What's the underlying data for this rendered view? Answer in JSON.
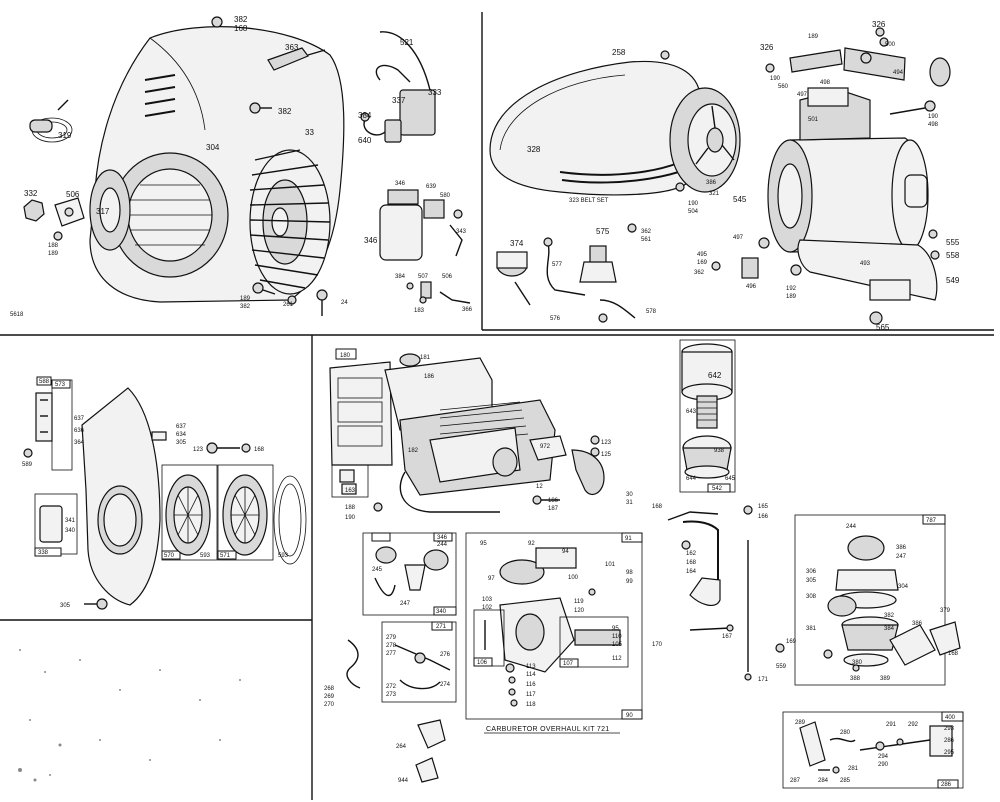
{
  "frame_code": "5618",
  "labels": {
    "p382a": "382",
    "p168a": "168",
    "p363": "363",
    "p521": "521",
    "p319": "319",
    "p304": "304",
    "p382b": "382",
    "p33": "33",
    "p337": "337",
    "p333": "333",
    "p384a": "384",
    "p640": "640",
    "p332": "332",
    "p506": "506",
    "p317": "317",
    "p188": "188",
    "p189a": "189",
    "p189b": "189",
    "p382c": "382",
    "p261": "261",
    "p24": "24",
    "p346a": "346",
    "p639": "639",
    "p580": "580",
    "p343": "343",
    "p346b": "346",
    "p384b": "384",
    "p507": "507",
    "p506b": "506",
    "p183": "183",
    "p366": "366",
    "p258": "258",
    "p328": "328",
    "p321": "321",
    "p386": "386",
    "p545": "545",
    "p323": "323 BELT SET",
    "p190": "190",
    "p504": "504",
    "p326a": "326",
    "p326b": "326",
    "p189c": "189",
    "p500": "500",
    "p190b": "190",
    "p560": "560",
    "p498": "498",
    "p494": "494",
    "p497top": "497",
    "p501": "501",
    "p190c": "190",
    "p498b": "498",
    "p374": "374",
    "p577": "577",
    "p575": "575",
    "p362a": "362",
    "p561": "561",
    "p576": "576",
    "p578": "578",
    "p497": "497",
    "p495": "495",
    "p169": "169",
    "p362b": "362",
    "p496": "496",
    "p192": "192",
    "p189d": "189",
    "p493": "493",
    "p555": "555",
    "p558": "558",
    "p549": "549",
    "p565": "565",
    "p588": "588",
    "p573": "573",
    "p637a": "637",
    "p636": "636",
    "p364": "364",
    "p589": "589",
    "p637b": "637",
    "p634": "634",
    "p305top": "305",
    "p123": "123",
    "p168b": "168",
    "p338": "338",
    "p341": "341",
    "p340": "340",
    "p570": "570",
    "p593a": "593",
    "p571": "571",
    "p593b": "593",
    "p305": "305",
    "p180": "180",
    "p181": "181",
    "p186": "186",
    "p182": "182",
    "p972": "972",
    "p123b": "123",
    "p125": "125",
    "p163": "163",
    "p12": "12",
    "p30": "30",
    "p31": "31",
    "p186b": "186",
    "p187": "187",
    "p188b": "188",
    "p190d": "190",
    "p642": "642",
    "p643": "643",
    "p938": "938",
    "p644": "644",
    "p645": "645",
    "p542": "542",
    "p244": "244",
    "p245": "245",
    "p247": "247",
    "p346c": "346",
    "p340b": "340",
    "p95": "95",
    "p92": "92",
    "p91": "91",
    "p94": "94",
    "p101": "101",
    "p97": "97",
    "p100": "100",
    "p98": "98",
    "p99": "99",
    "p103": "103",
    "p102": "102",
    "p119": "119",
    "p120": "120",
    "p95b": "95",
    "p110": "110",
    "p105": "105",
    "p106": "106",
    "p112": "112",
    "p113": "113",
    "p114": "114",
    "p116": "116",
    "p117": "117",
    "p118": "118",
    "p107": "107",
    "p90": "90",
    "p168c": "168",
    "p165": "165",
    "p166": "166",
    "p162": "162",
    "p168d": "168",
    "p164": "164",
    "p167": "167",
    "p170": "170",
    "p171": "171",
    "p271": "271",
    "p279": "279",
    "p278": "278",
    "p277": "277",
    "p276": "276",
    "p274": "274",
    "p272": "272",
    "p273": "273",
    "p268": "268",
    "p269": "269",
    "p270": "270",
    "p264": "264",
    "p944": "944",
    "p787": "787",
    "p244b": "244",
    "p386b": "386",
    "p247b": "247",
    "p306": "306",
    "p305b": "305",
    "p304b": "304",
    "p308": "308",
    "p382d": "382",
    "p381": "381",
    "p384c": "384",
    "p380": "380",
    "p386c": "386",
    "p388": "388",
    "p389": "389",
    "p379": "379",
    "p168e": "168",
    "p169b": "169",
    "p559": "559",
    "p400": "400",
    "p289": "289",
    "p280": "280",
    "p291": "291",
    "p292": "292",
    "p286": "286",
    "p293": "293",
    "p295": "295",
    "p294": "294",
    "p287": "287",
    "p284": "284",
    "p285": "285",
    "p281": "281",
    "p290": "290",
    "p286b": "286"
  },
  "caption": "CARBURETOR OVERHAUL KIT 721"
}
